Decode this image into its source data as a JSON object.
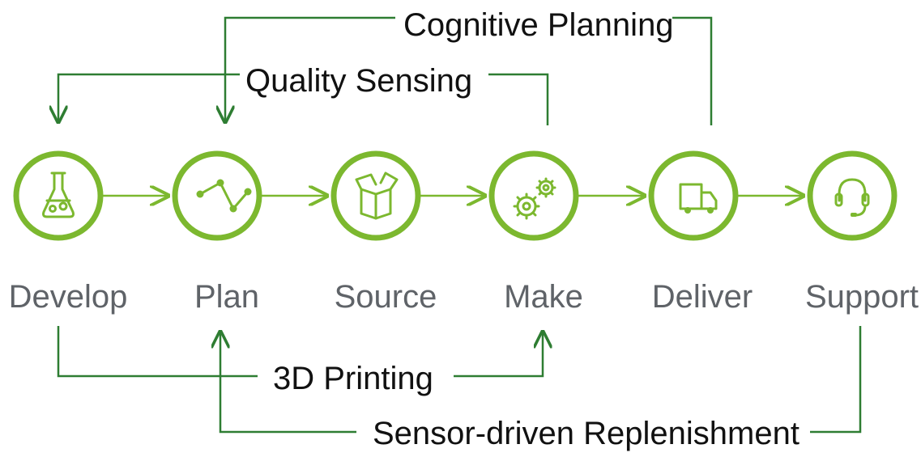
{
  "stages": [
    {
      "label": "Develop",
      "icon": "flask-icon"
    },
    {
      "label": "Plan",
      "icon": "line-chart-icon"
    },
    {
      "label": "Source",
      "icon": "open-box-icon"
    },
    {
      "label": "Make",
      "icon": "gears-icon"
    },
    {
      "label": "Deliver",
      "icon": "truck-icon"
    },
    {
      "label": "Support",
      "icon": "headset-icon"
    }
  ],
  "connectors": {
    "cognitive_planning": "Cognitive Planning",
    "quality_sensing": "Quality Sensing",
    "printing_3d": "3D Printing",
    "sensor_replenishment": "Sensor-driven Replenishment"
  },
  "colors": {
    "circle": "#7cb82f",
    "connector": "#2e7d32",
    "stage_label": "#5f6368",
    "connector_label": "#111111"
  }
}
